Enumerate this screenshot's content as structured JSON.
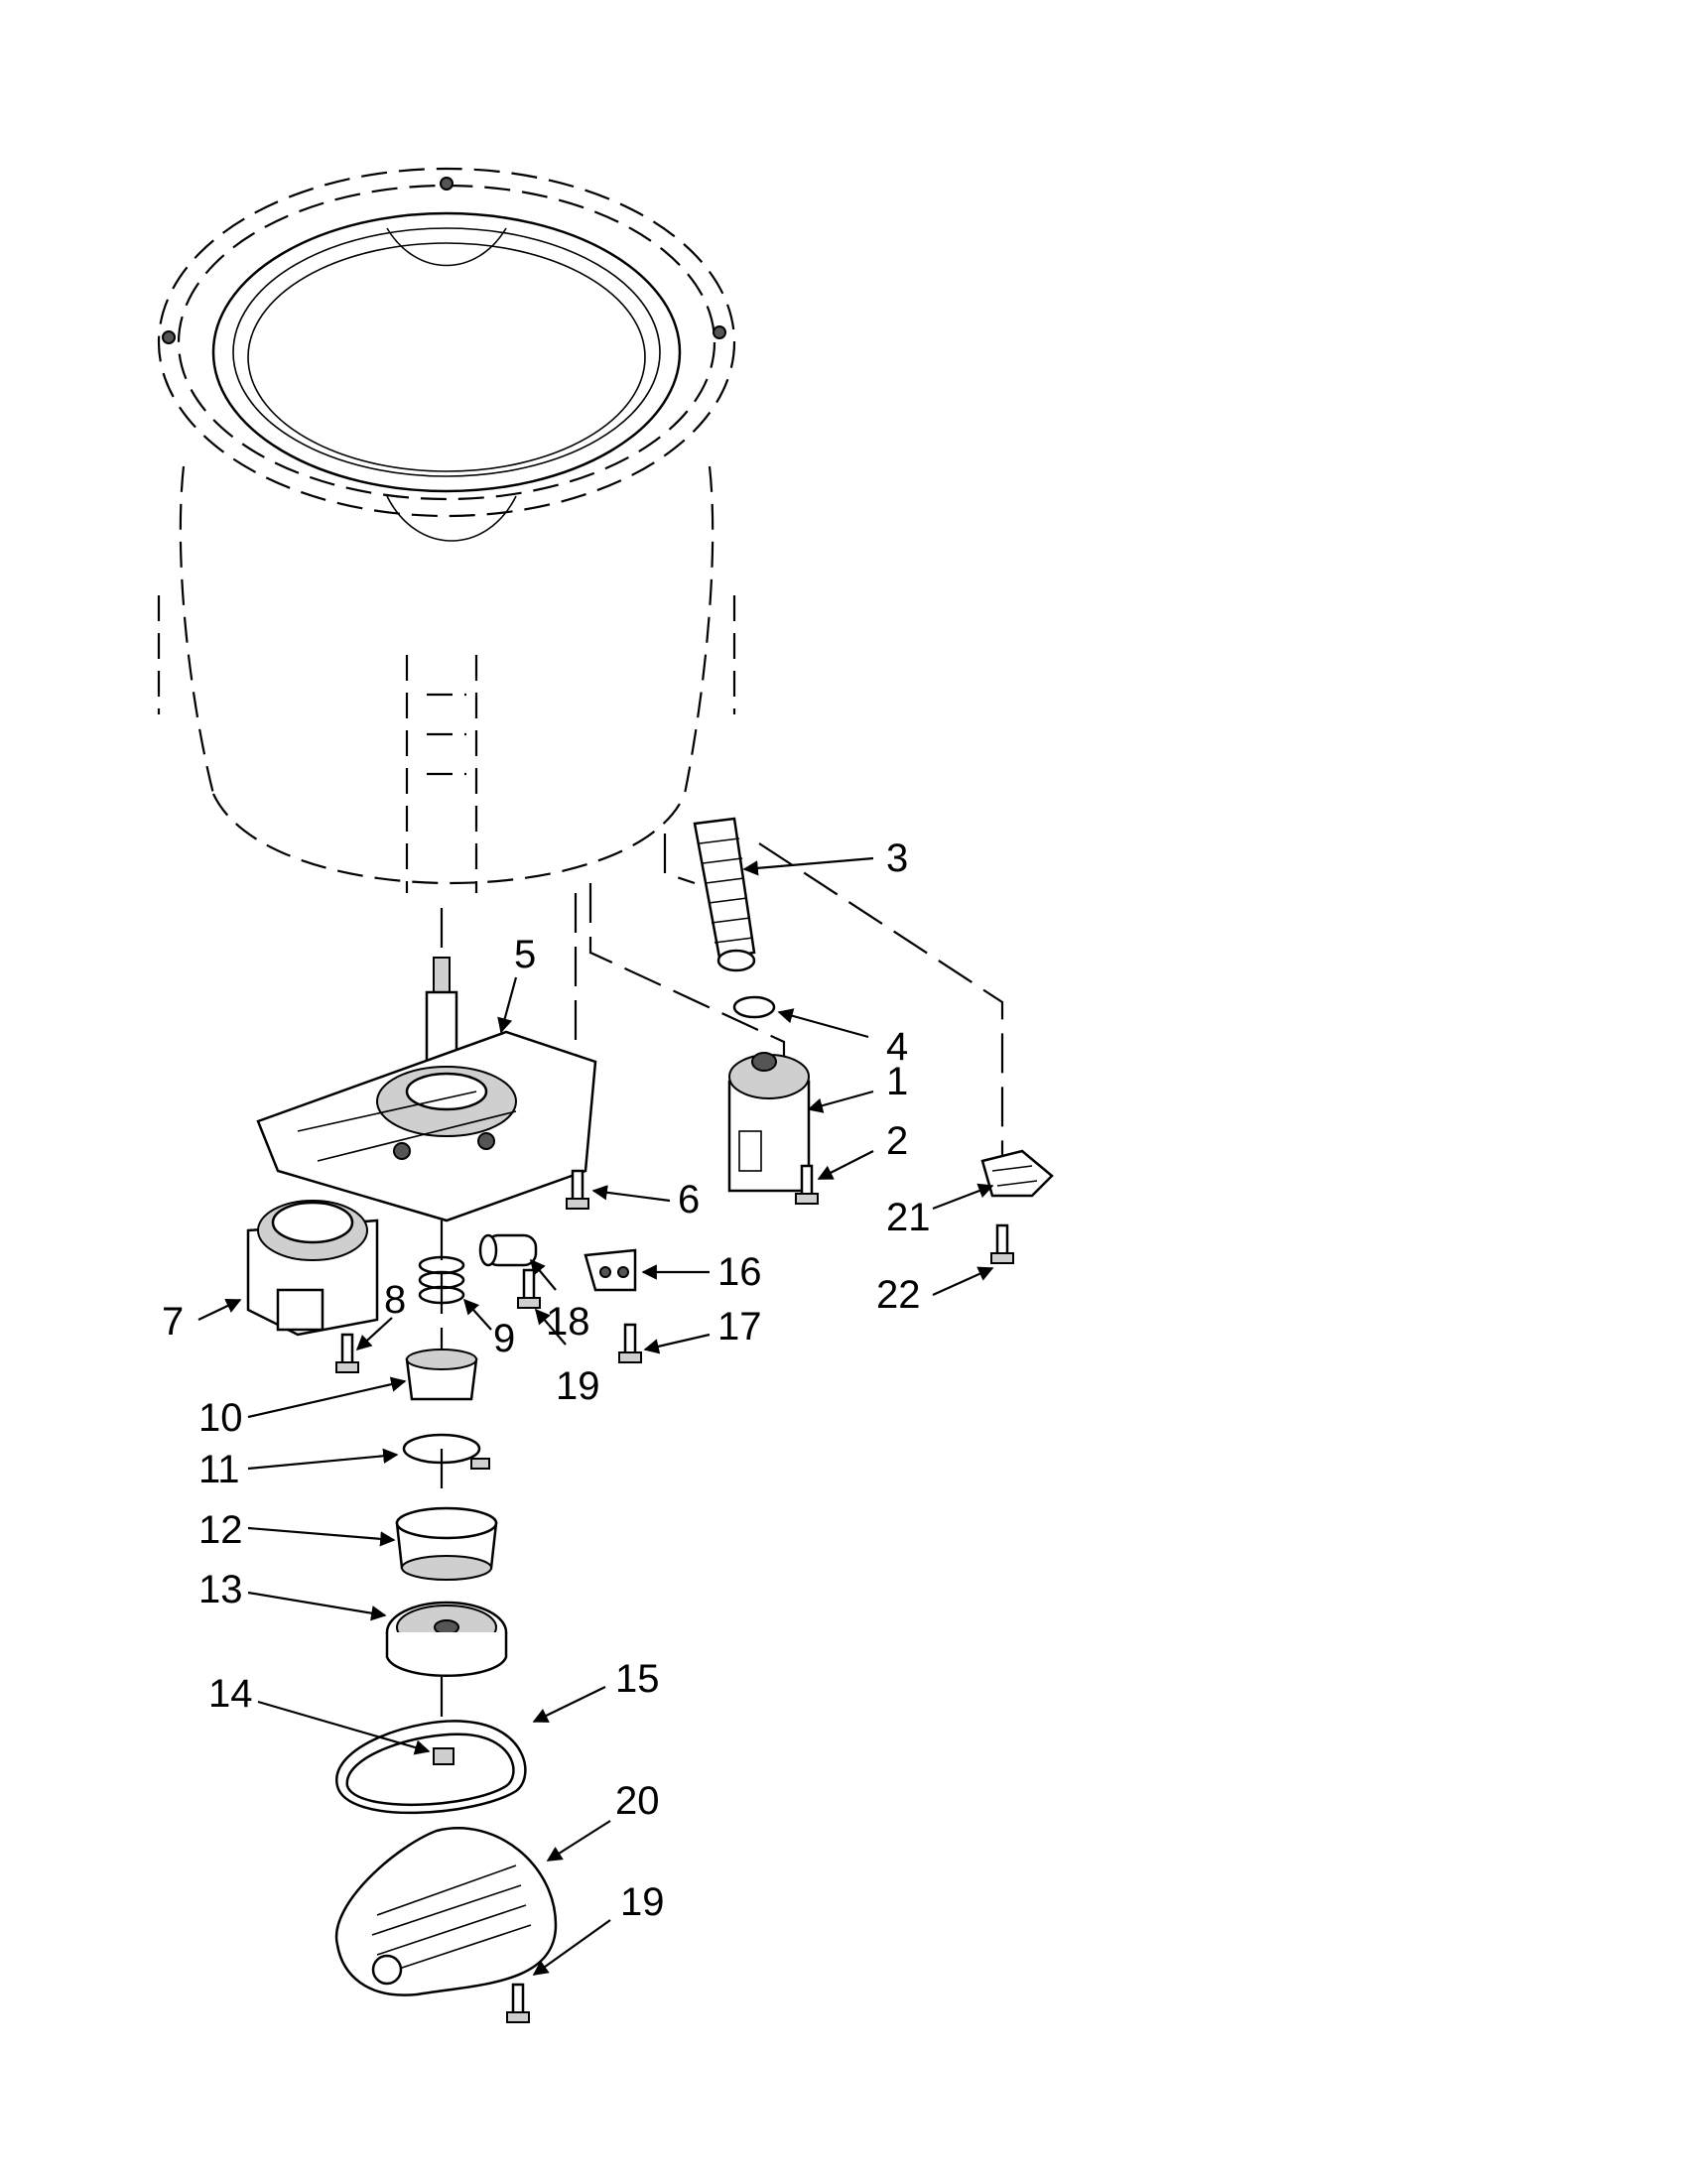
{
  "callouts": {
    "n1": "1",
    "n2": "2",
    "n3": "3",
    "n4": "4",
    "n5": "5",
    "n6": "6",
    "n7": "7",
    "n8": "8",
    "n9": "9",
    "n10": "10",
    "n11": "11",
    "n12": "12",
    "n13": "13",
    "n14": "14",
    "n15": "15",
    "n16": "16",
    "n17": "17",
    "n18": "18",
    "n19a": "19",
    "n19b": "19",
    "n20": "20",
    "n21": "21",
    "n22": "22"
  }
}
